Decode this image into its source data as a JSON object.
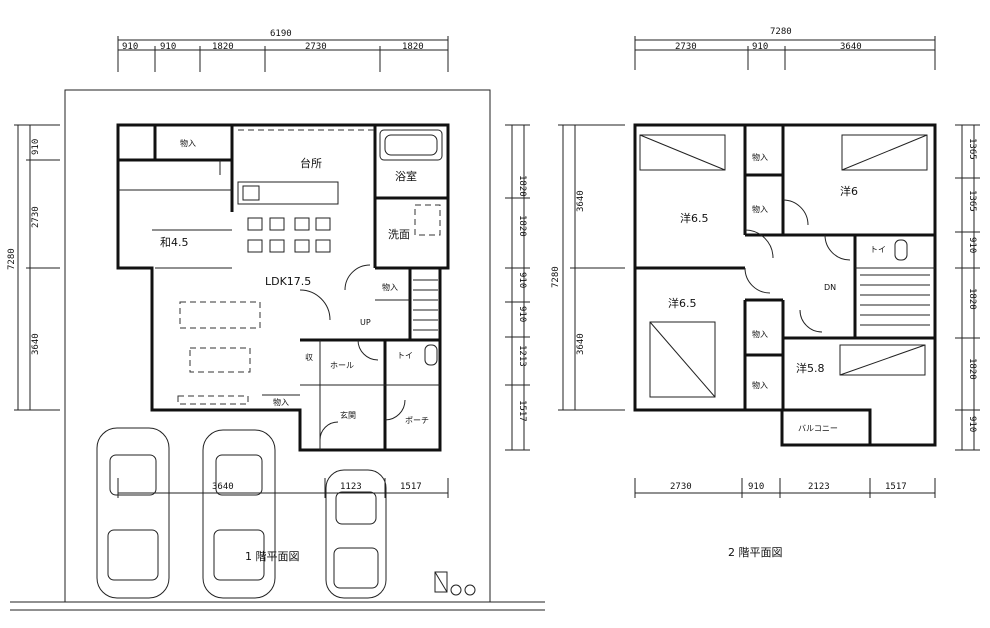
{
  "floor1": {
    "caption": "1 階平面図",
    "top_total": "6190",
    "top_dims": [
      "910",
      "910",
      "1820",
      "2730",
      "1820"
    ],
    "left_total": "7280",
    "left_dims": [
      "910",
      "2730",
      "3640"
    ],
    "right_dims": [
      "1820",
      "1820",
      "910",
      "910",
      "1213",
      "1517"
    ],
    "bottom_dims": [
      "3640",
      "1123",
      "1517"
    ],
    "rooms": {
      "kitchen": "台所",
      "bath": "浴室",
      "washroom": "洗面",
      "japanese": "和4.5",
      "ldk": "LDK17.5",
      "closet_top": "物入",
      "closet_stair": "物入",
      "closet_bottom": "物入",
      "hall": "ホール",
      "entrance": "玄関",
      "porch": "ポーチ",
      "storage": "収",
      "up": "UP",
      "toilet": "トイ"
    }
  },
  "floor2": {
    "caption": "2 階平面図",
    "top_total": "7280",
    "top_dims": [
      "2730",
      "910",
      "3640"
    ],
    "left_total": "7280",
    "left_dims": [
      "3640",
      "3640"
    ],
    "right_dims": [
      "1365",
      "1365",
      "910",
      "1820",
      "1820",
      "910"
    ],
    "bottom_dims": [
      "2730",
      "910",
      "2123",
      "1517"
    ],
    "rooms": {
      "western_nw": "洋6.5",
      "western_ne": "洋6",
      "western_sw": "洋6.5",
      "western_se": "洋5.8",
      "closet1": "物入",
      "closet2": "物入",
      "closet3": "物入",
      "closet4": "物入",
      "balcony": "バルコニー",
      "dn": "DN",
      "toilet": "トイ"
    }
  }
}
